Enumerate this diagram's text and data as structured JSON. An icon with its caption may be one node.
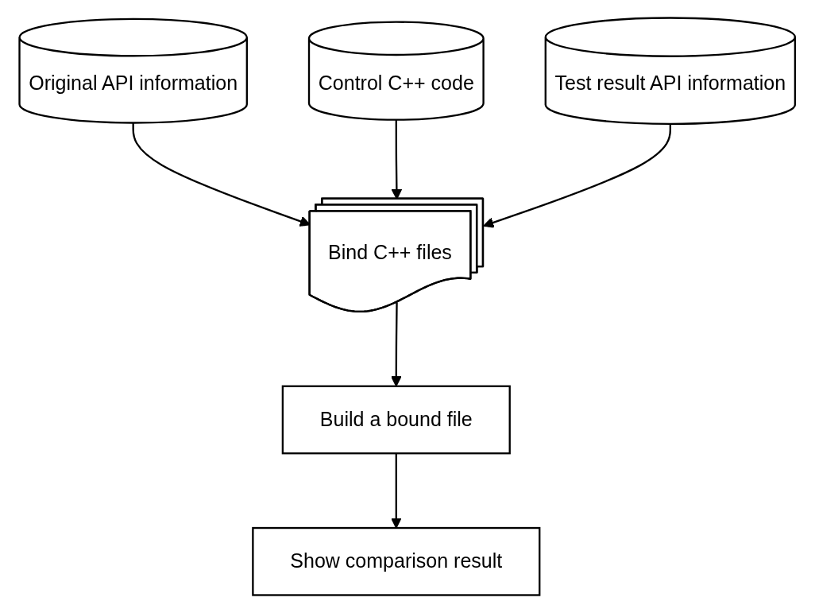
{
  "diagram": {
    "nodes": [
      {
        "text": [
          "Original API information"
        ]
      },
      {
        "text": [
          "Control C++ code"
        ]
      },
      {
        "text": [
          "Test result API information"
        ]
      },
      {
        "text": [
          "Bind C++ files"
        ]
      },
      {
        "text": [
          "Build a bound file"
        ]
      },
      {
        "text": [
          "Show comparison result"
        ]
      }
    ],
    "edges": [
      {
        "from": 0,
        "to": 3,
        "arrow": "to"
      },
      {
        "from": 1,
        "to": 3,
        "arrow": "to"
      },
      {
        "from": 2,
        "to": 3,
        "arrow": "to"
      },
      {
        "from": 3,
        "to": 4,
        "arrow": "to"
      },
      {
        "from": 4,
        "to": 5,
        "arrow": "to"
      }
    ]
  }
}
